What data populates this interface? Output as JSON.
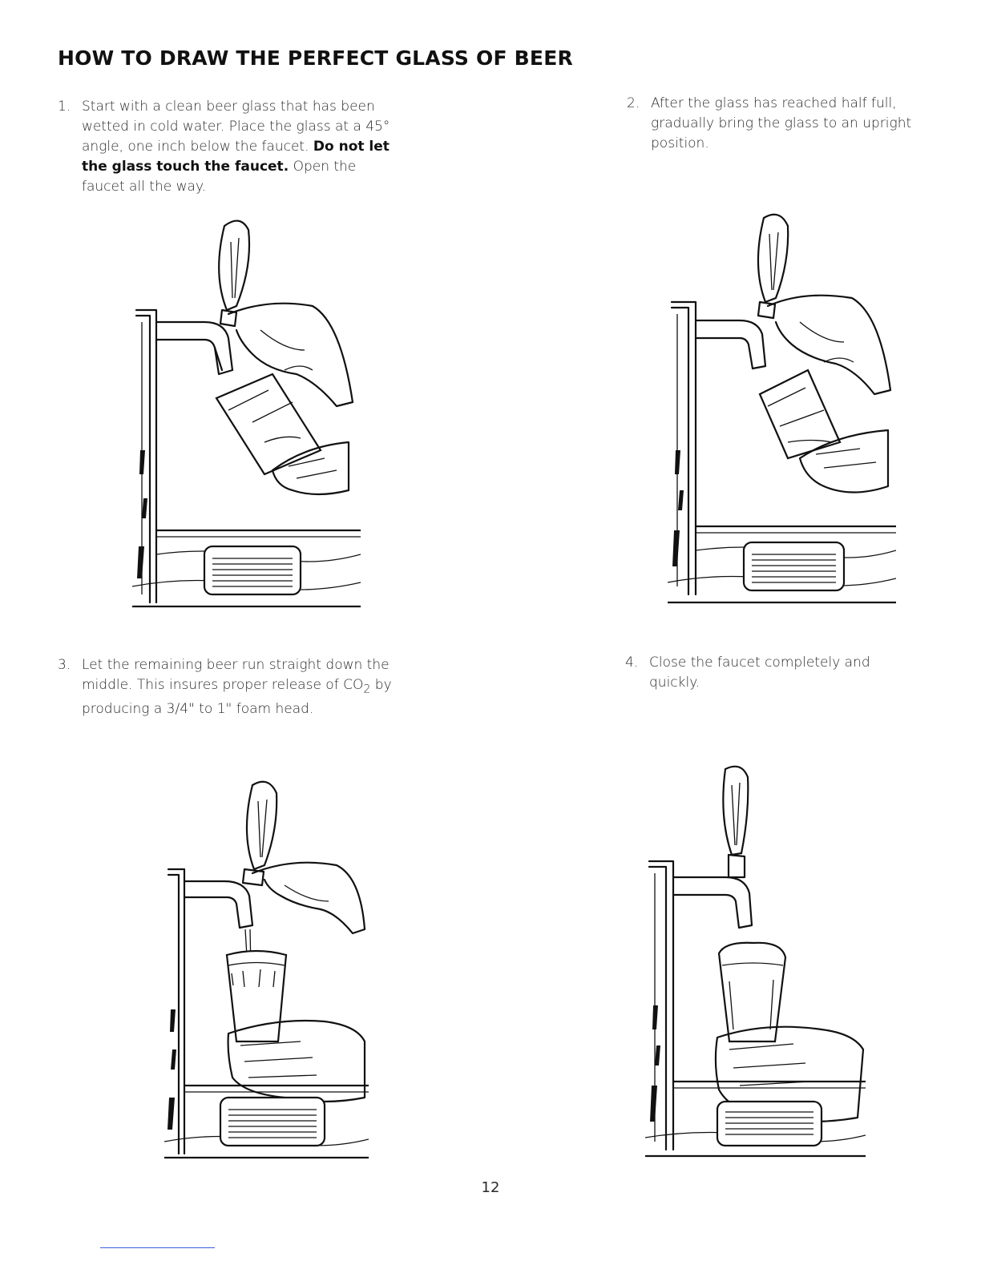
{
  "title": "HOW TO DRAW THE PERFECT GLASS OF BEER",
  "steps": [
    {
      "number": "1.",
      "text_a": "Start with a clean beer glass that has been wetted in cold water.  Place the glass at a 45° angle, one inch below the faucet.",
      "text_bold": "Do not let the glass touch the faucet.",
      "text_b": "Open the faucet all the way."
    },
    {
      "number": "2.",
      "text": "After the glass has reached half full, gradually bring the glass to an upright position."
    },
    {
      "number": "3.",
      "text_a": "Let the remaining beer run straight down the middle.  This insures proper release of CO",
      "text_sub": "2",
      "text_b": " by producing a 3/4\" to 1\" foam head."
    },
    {
      "number": "4.",
      "text": "Close the faucet completely and quickly."
    }
  ],
  "page_number": "12"
}
